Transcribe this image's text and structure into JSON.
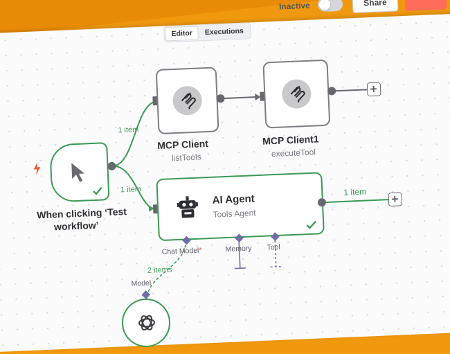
{
  "topbar": {
    "inactive_label": "Inactive",
    "share_label": "Share",
    "tabs": [
      {
        "label": "Editor",
        "active": true
      },
      {
        "label": "Executions",
        "active": false
      }
    ]
  },
  "nodes": {
    "trigger": {
      "title_line1": "When clicking ‘Test",
      "title_line2": "workflow’"
    },
    "mcp_client": {
      "title": "MCP Client",
      "subtitle": "listTools"
    },
    "mcp_client1": {
      "title": "MCP Client1",
      "subtitle": "executeTool"
    },
    "ai_agent": {
      "title": "AI Agent",
      "subtitle": "Tools Agent",
      "inputs": {
        "chat_model": "Chat Model",
        "chat_model_required": "*",
        "memory": "Memory",
        "tool": "Tool"
      }
    },
    "model": {
      "label": "Model"
    }
  },
  "edges": {
    "trigger_to_mcp": "1 item",
    "trigger_to_agent": "1 item",
    "agent_out": "1 item",
    "model_to_agent": "2 items"
  },
  "colors": {
    "background": "#f0990f",
    "canvas": "#fbfbfc",
    "success": "#3b9a55",
    "node_border": "#7d7e83",
    "sub_port": "#6f6fa3",
    "save_button": "#ff6d5a",
    "trigger_bolt": "#ee5a3a"
  },
  "icons": {
    "trigger": "cursor-arrow-icon",
    "mcp": "mcp-logo-icon",
    "agent": "robot-icon",
    "model": "openai-icon",
    "status": "checkmark-icon",
    "add": "plus-icon"
  }
}
